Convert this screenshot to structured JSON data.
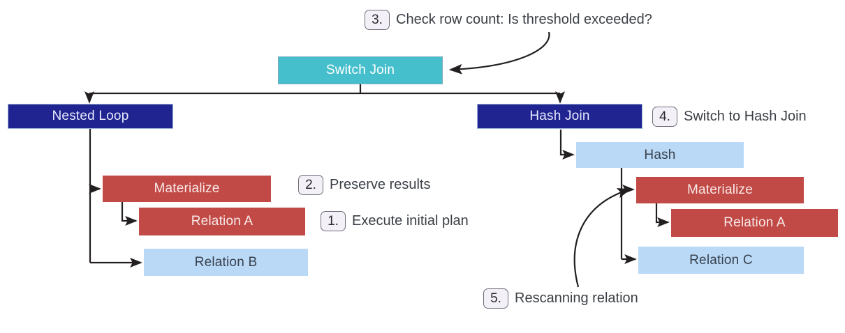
{
  "diagram": {
    "title": "Switch Join execution plan flow",
    "colors": {
      "teal": "#45BFCB",
      "navy": "#1F2491",
      "red": "#C24A46",
      "light_blue": "#BAD9F7",
      "badge_fill": "#F4F0F8",
      "badge_border": "#6E6E78",
      "edge": "#231F20",
      "text_dark": "#39424E",
      "text_light": "#F7E9E8"
    },
    "nodes": {
      "switch_join": "Switch Join",
      "nested_loop": "Nested Loop",
      "hash_join": "Hash Join",
      "hash": "Hash",
      "left_materialize": "Materialize",
      "left_relation_a": "Relation A",
      "left_relation_b": "Relation B",
      "right_materialize": "Materialize",
      "right_relation_a": "Relation A",
      "right_relation_c": "Relation C"
    },
    "steps": [
      {
        "number": "1.",
        "text": "Execute initial plan"
      },
      {
        "number": "2.",
        "text": "Preserve results"
      },
      {
        "number": "3.",
        "text": "Check row count: Is threshold exceeded?"
      },
      {
        "number": "4.",
        "text": "Switch to Hash Join"
      },
      {
        "number": "5.",
        "text": "Rescanning relation"
      }
    ]
  }
}
